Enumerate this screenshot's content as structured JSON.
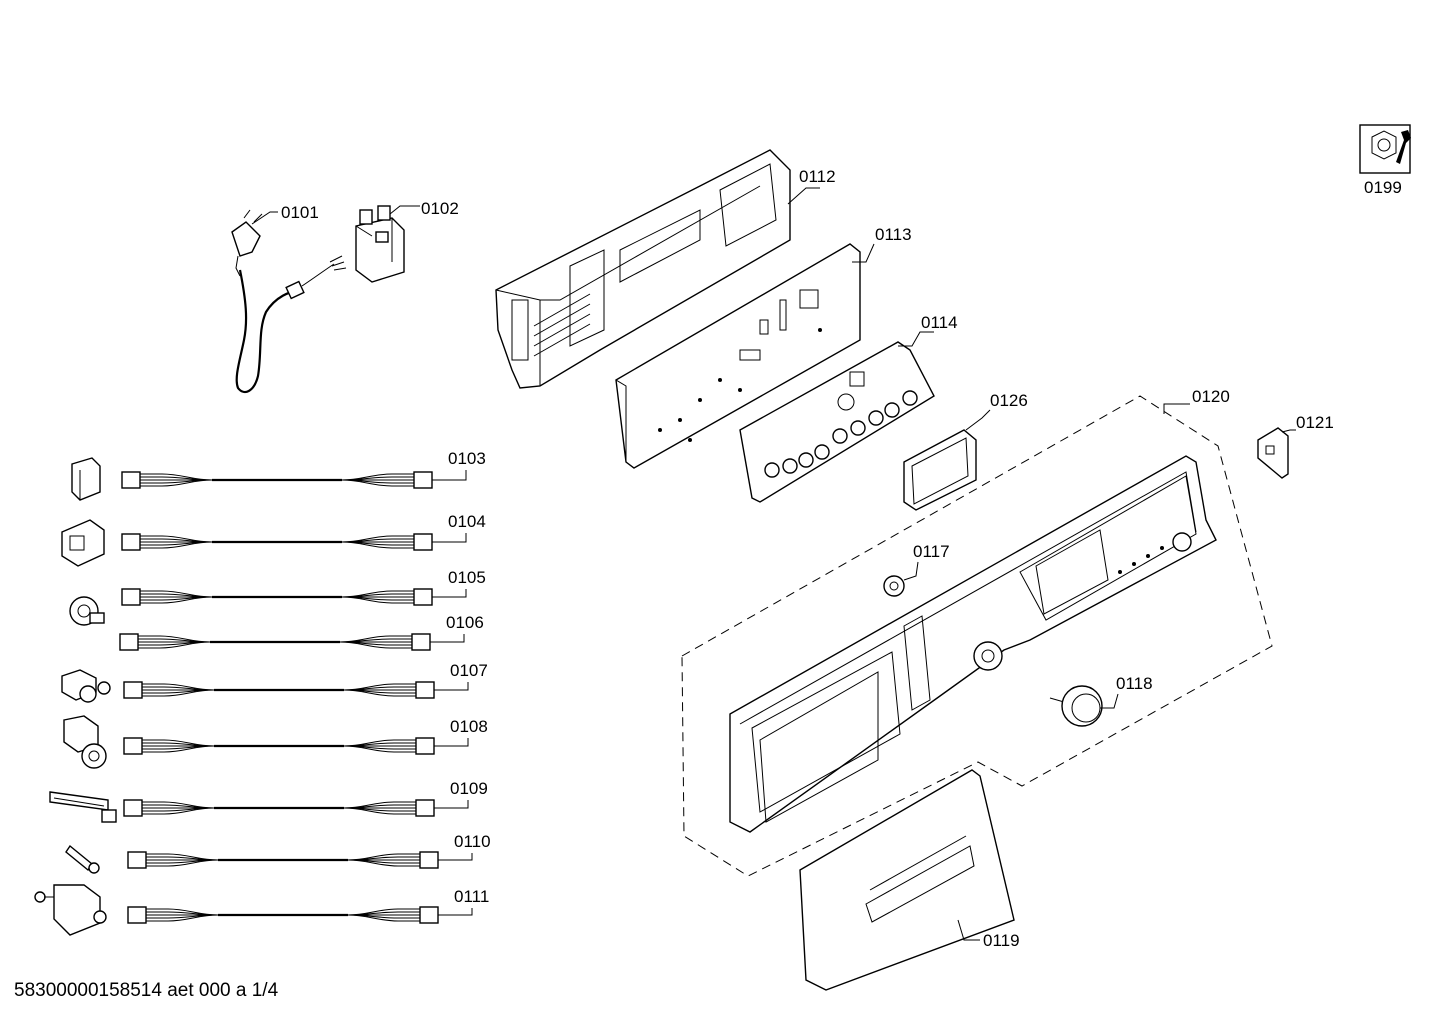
{
  "diagram": {
    "footer": "58300000158514 aet 000 a 1/4",
    "parts": {
      "p0101": "0101",
      "p0102": "0102",
      "p0103": "0103",
      "p0104": "0104",
      "p0105": "0105",
      "p0106": "0106",
      "p0107": "0107",
      "p0108": "0108",
      "p0109": "0109",
      "p0110": "0110",
      "p0111": "0111",
      "p0112": "0112",
      "p0113": "0113",
      "p0114": "0114",
      "p0117": "0117",
      "p0118": "0118",
      "p0119": "0119",
      "p0120": "0120",
      "p0121": "0121",
      "p0126": "0126",
      "p0199": "0199"
    },
    "icons": {
      "tool": "wrench-nut-icon"
    }
  }
}
